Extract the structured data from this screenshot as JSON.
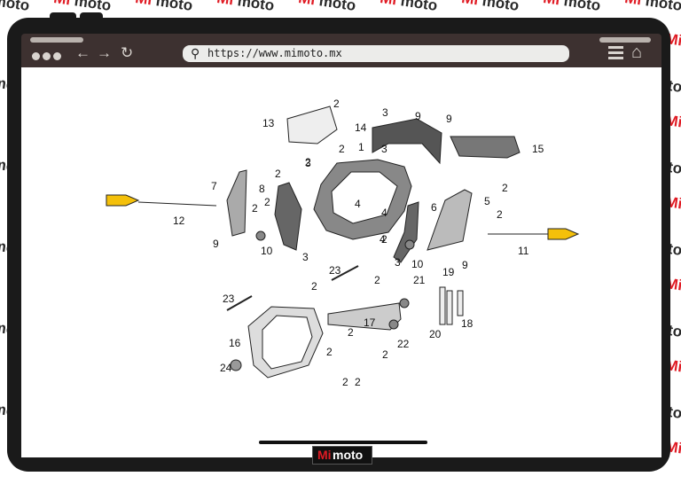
{
  "watermark": {
    "mi": "Mi",
    "moto": "moto"
  },
  "browser": {
    "url": "https://www.mimoto.mx",
    "icons": [
      "back-icon",
      "forward-icon",
      "reload-icon",
      "search-icon",
      "menu-icon",
      "home-icon"
    ]
  },
  "logo": {
    "mi": "Mi",
    "moto": "moto"
  },
  "callouts": [
    "13",
    "2",
    "3",
    "9",
    "9",
    "14",
    "1",
    "15",
    "2",
    "3",
    "2",
    "3",
    "7",
    "2",
    "8",
    "2",
    "2",
    "4",
    "6",
    "5",
    "2",
    "12",
    "2",
    "4",
    "2",
    "9",
    "10",
    "3",
    "4",
    "10",
    "11",
    "9",
    "23",
    "3",
    "2",
    "23",
    "2",
    "21",
    "19",
    "17",
    "2",
    "20",
    "18",
    "16",
    "2",
    "22",
    "2",
    "2",
    "24",
    "2"
  ],
  "colors": {
    "frame": "#1a1a1a",
    "browser_bar": "#3d3130",
    "brand_red": "#e01b24"
  }
}
